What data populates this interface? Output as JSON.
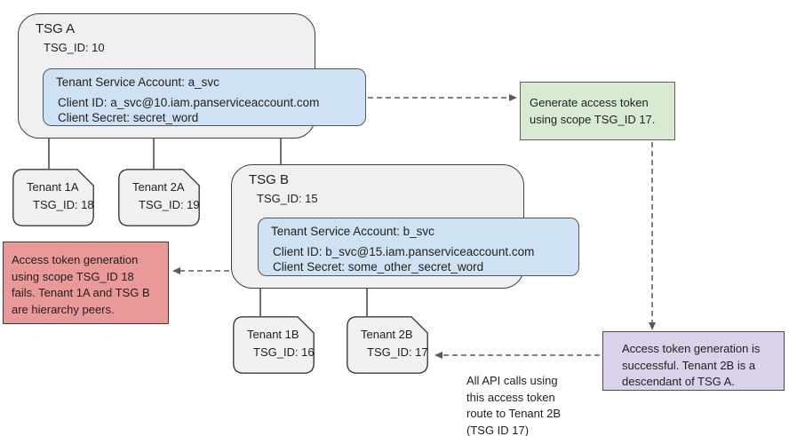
{
  "colors": {
    "group_fill": "#f0f0f0",
    "group_border": "#3f3f3f",
    "service_account_fill": "#cfe2f3",
    "service_account_border": "#4a5866",
    "note_generate_fill": "#d9ead3",
    "note_fail_fill": "#ea9999",
    "note_success_fill": "#d9d2e9",
    "connector_color": "#595959"
  },
  "tsg_a": {
    "title": "TSG A",
    "tsg_id": "TSG_ID: 10",
    "service_account": {
      "title": "Tenant Service Account: a_svc",
      "client_id": "Client ID: a_svc@10.iam.panserviceaccount.com",
      "client_secret": "Client Secret: secret_word"
    }
  },
  "tsg_b": {
    "title": "TSG B",
    "tsg_id": "TSG_ID: 15",
    "service_account": {
      "title": "Tenant Service Account: b_svc",
      "client_id": "Client ID: b_svc@15.iam.panserviceaccount.com",
      "client_secret": "Client Secret: some_other_secret_word"
    }
  },
  "tenants": {
    "t1a": {
      "name": "Tenant 1A",
      "tsg_id": "TSG_ID: 18"
    },
    "t2a": {
      "name": "Tenant 2A",
      "tsg_id": "TSG_ID: 19"
    },
    "t1b": {
      "name": "Tenant 1B",
      "tsg_id": "TSG_ID: 16"
    },
    "t2b": {
      "name": "Tenant 2B",
      "tsg_id": "TSG_ID: 17"
    }
  },
  "notes": {
    "generate_token": "Generate access token\nusing scope TSG_ID 17.",
    "token_fail": "Access token generation\nusing scope TSG_ID 18\nfails. Tenant 1A and TSG B\nare hierarchy peers.",
    "token_success": "Access token generation is\nsuccessful. Tenant 2B is a\ndescendant of TSG A.",
    "api_route": "All API calls using\nthis access token\nroute to Tenant 2B\n(TSG ID 17)"
  }
}
